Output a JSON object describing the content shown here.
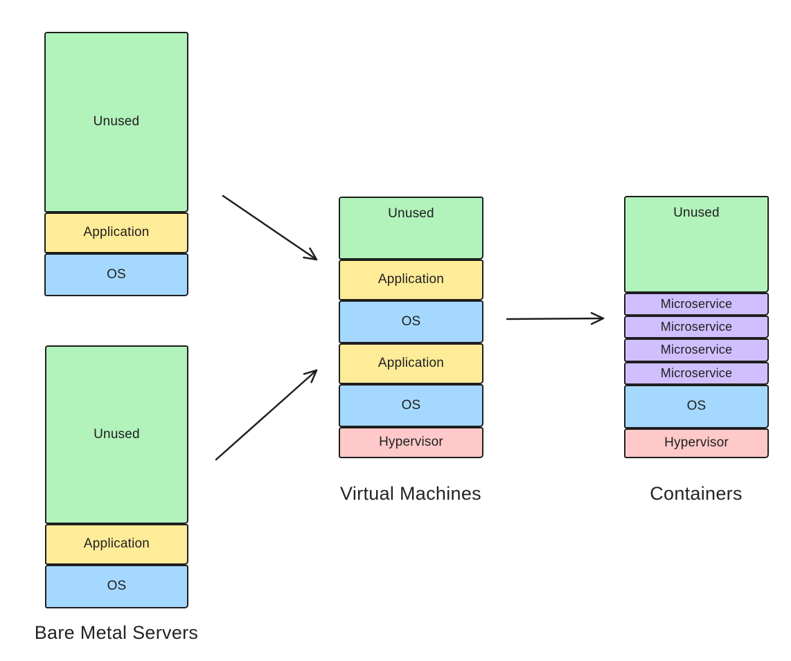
{
  "palette": {
    "background": "#ffffff",
    "stroke": "#1e1e1e",
    "text": "#1e1e1e",
    "unused_green": "#b2f2bb",
    "application_yellow": "#ffec99",
    "os_blue": "#a5d8ff",
    "hypervisor_pink": "#ffc9c9",
    "microservice_purple": "#d0bfff"
  },
  "captions": {
    "bare_metal": "Bare Metal Servers",
    "virtual_machines": "Virtual Machines",
    "containers": "Containers"
  },
  "stacks": {
    "bare_metal_1": {
      "segments": [
        {
          "label": "Unused",
          "color": "#b2f2bb"
        },
        {
          "label": "Application",
          "color": "#ffec99"
        },
        {
          "label": "OS",
          "color": "#a5d8ff"
        }
      ]
    },
    "bare_metal_2": {
      "segments": [
        {
          "label": "Unused",
          "color": "#b2f2bb"
        },
        {
          "label": "Application",
          "color": "#ffec99"
        },
        {
          "label": "OS",
          "color": "#a5d8ff"
        }
      ]
    },
    "virtual_machines": {
      "segments": [
        {
          "label": "Unused",
          "color": "#b2f2bb"
        },
        {
          "label": "Application",
          "color": "#ffec99"
        },
        {
          "label": "OS",
          "color": "#a5d8ff"
        },
        {
          "label": "Application",
          "color": "#ffec99"
        },
        {
          "label": "OS",
          "color": "#a5d8ff"
        },
        {
          "label": "Hypervisor",
          "color": "#ffc9c9"
        }
      ]
    },
    "containers": {
      "segments": [
        {
          "label": "Unused",
          "color": "#b2f2bb"
        },
        {
          "label": "Microservice",
          "color": "#d0bfff"
        },
        {
          "label": "Microservice",
          "color": "#d0bfff"
        },
        {
          "label": "Microservice",
          "color": "#d0bfff"
        },
        {
          "label": "Microservice",
          "color": "#d0bfff"
        },
        {
          "label": "OS",
          "color": "#a5d8ff"
        },
        {
          "label": "Hypervisor",
          "color": "#ffc9c9"
        }
      ]
    }
  }
}
